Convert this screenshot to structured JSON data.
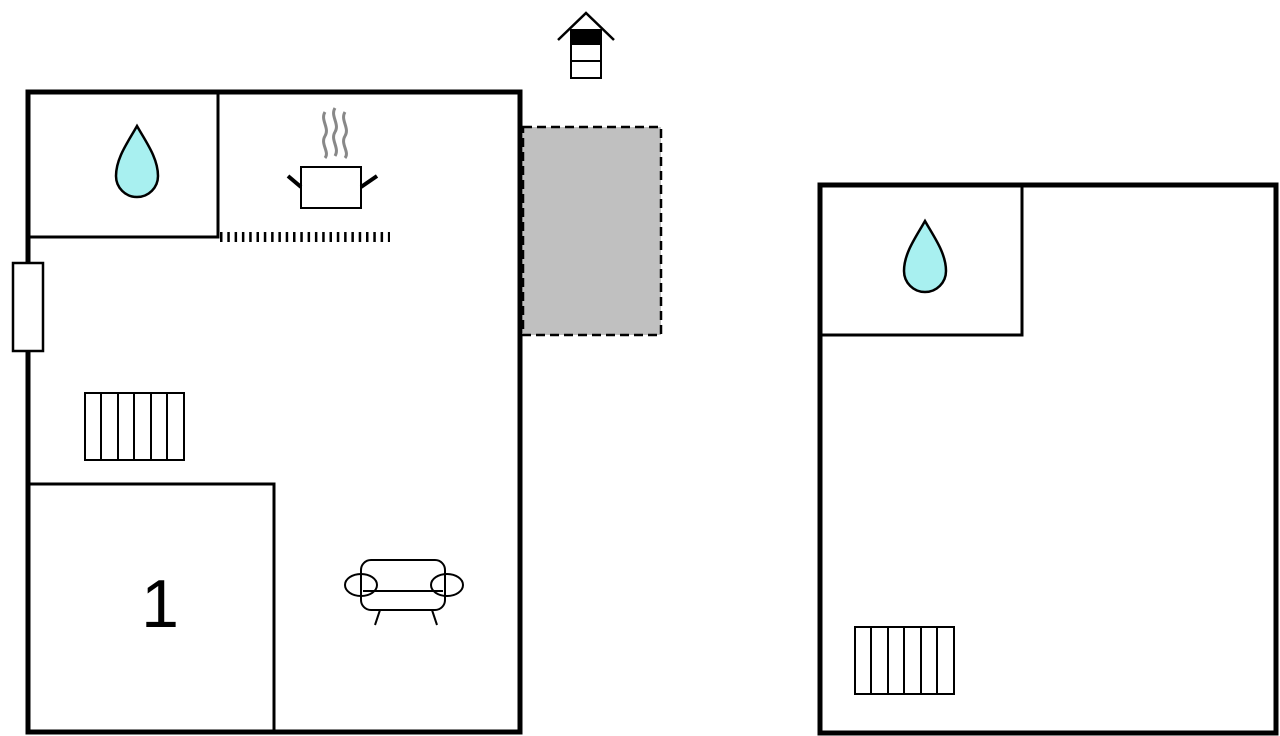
{
  "floor_plan": {
    "rooms": [
      {
        "id": "ground-floor",
        "label": ""
      },
      {
        "id": "upper-floor",
        "label": ""
      }
    ],
    "bedroom_number": "1",
    "terrace_color": "#c0c0c0",
    "water_color": "#a8f0f0",
    "icons": [
      "entrance-icon",
      "bathroom-icon",
      "kitchen-icon",
      "heater-icon",
      "sofa-icon",
      "door-icon"
    ]
  }
}
